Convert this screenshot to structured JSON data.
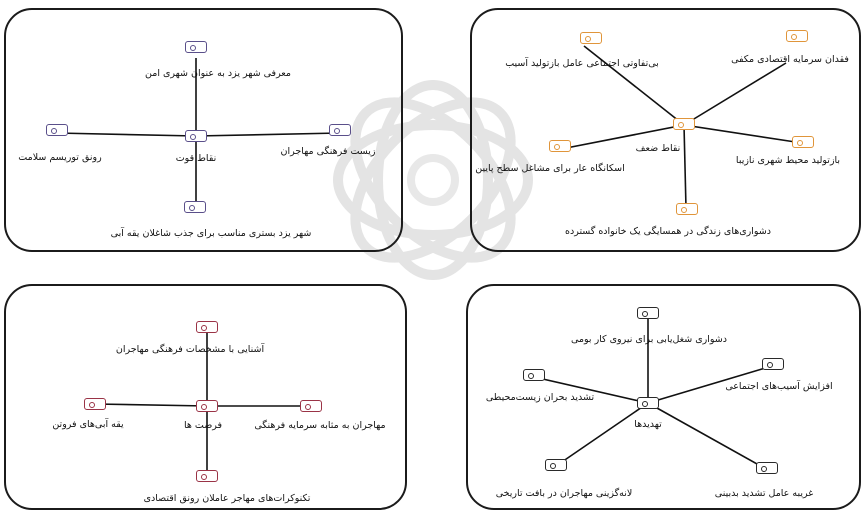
{
  "panels": [
    {
      "id": "strengths",
      "center_label": "نقاط قوت",
      "color": "#5a4f8a",
      "nodes": [
        {
          "label": "معرفی شهر یزد به عنوان شهری امن"
        },
        {
          "label": "زیست فرهنگی مهاجران"
        },
        {
          "label": "شهر یزد بستری مناسب برای جذب شاغلان یقه آبی"
        },
        {
          "label": "رونق توریسم سلامت"
        }
      ]
    },
    {
      "id": "weaknesses",
      "center_label": "نقاط ضعف",
      "color": "#e0953a",
      "nodes": [
        {
          "label": "بی‌تفاوتی اجتماعی عامل بازتولید آسیب"
        },
        {
          "label": "فقدان سرمایه اقتصادی مکفی"
        },
        {
          "label": "بازتولید محیط شهری نازیبا"
        },
        {
          "label": "دشواری‌های زندگی در همسایگی یک خانواده گسترده"
        },
        {
          "label": "اسکانگاه عار برای مشاغل سطح پایین"
        }
      ]
    },
    {
      "id": "opportunities",
      "center_label": "فرصت ها",
      "color": "#9a3346",
      "nodes": [
        {
          "label": "آشنایی با مشخصات فرهنگی مهاجران"
        },
        {
          "label": "مهاجران به مثابه سرمایه فرهنگی"
        },
        {
          "label": "تکنوکرات‌های مهاجر عاملان رونق اقتصادی"
        },
        {
          "label": "یقه آبی‌های فروتن"
        }
      ]
    },
    {
      "id": "threats",
      "center_label": "تهدیدها",
      "color": "#2a2a2a",
      "nodes": [
        {
          "label": "دشواری شغل‌یابی برای نیروی کار بومی"
        },
        {
          "label": "افزایش آسیب‌های اجتماعی"
        },
        {
          "label": "غریبه عامل تشدید بدبینی"
        },
        {
          "label": "لانه‌گزینی مهاجران در بافت تاریخی"
        },
        {
          "label": "تشدید بحران زیست‌محیطی"
        }
      ]
    }
  ]
}
